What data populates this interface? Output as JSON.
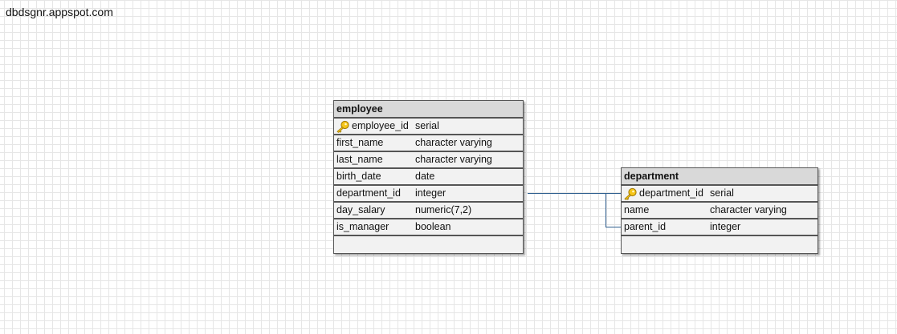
{
  "watermark": "dbdsgnr.appspot.com",
  "colors": {
    "relationship_line": "#2f5f8f",
    "table_border": "#555555",
    "header_bg": "#d9d9d9",
    "row_bg": "#f2f2f2",
    "key_icon": "#e8b800"
  },
  "tables": {
    "employee": {
      "name": "employee",
      "columns": [
        {
          "name": "employee_id",
          "type": "serial",
          "primary_key": true,
          "icon": "key-icon"
        },
        {
          "name": "first_name",
          "type": "character varying"
        },
        {
          "name": "last_name",
          "type": "character varying"
        },
        {
          "name": "birth_date",
          "type": "date"
        },
        {
          "name": "department_id",
          "type": "integer"
        },
        {
          "name": "day_salary",
          "type": "numeric(7,2)"
        },
        {
          "name": "is_manager",
          "type": "boolean"
        }
      ]
    },
    "department": {
      "name": "department",
      "columns": [
        {
          "name": "department_id",
          "type": "serial",
          "primary_key": true,
          "icon": "key-icon"
        },
        {
          "name": "name",
          "type": "character varying"
        },
        {
          "name": "parent_id",
          "type": "integer"
        }
      ]
    }
  },
  "relationships": [
    {
      "from": "employee.department_id",
      "to": "department.department_id"
    },
    {
      "from": "department.parent_id",
      "to": "department.department_id"
    }
  ]
}
